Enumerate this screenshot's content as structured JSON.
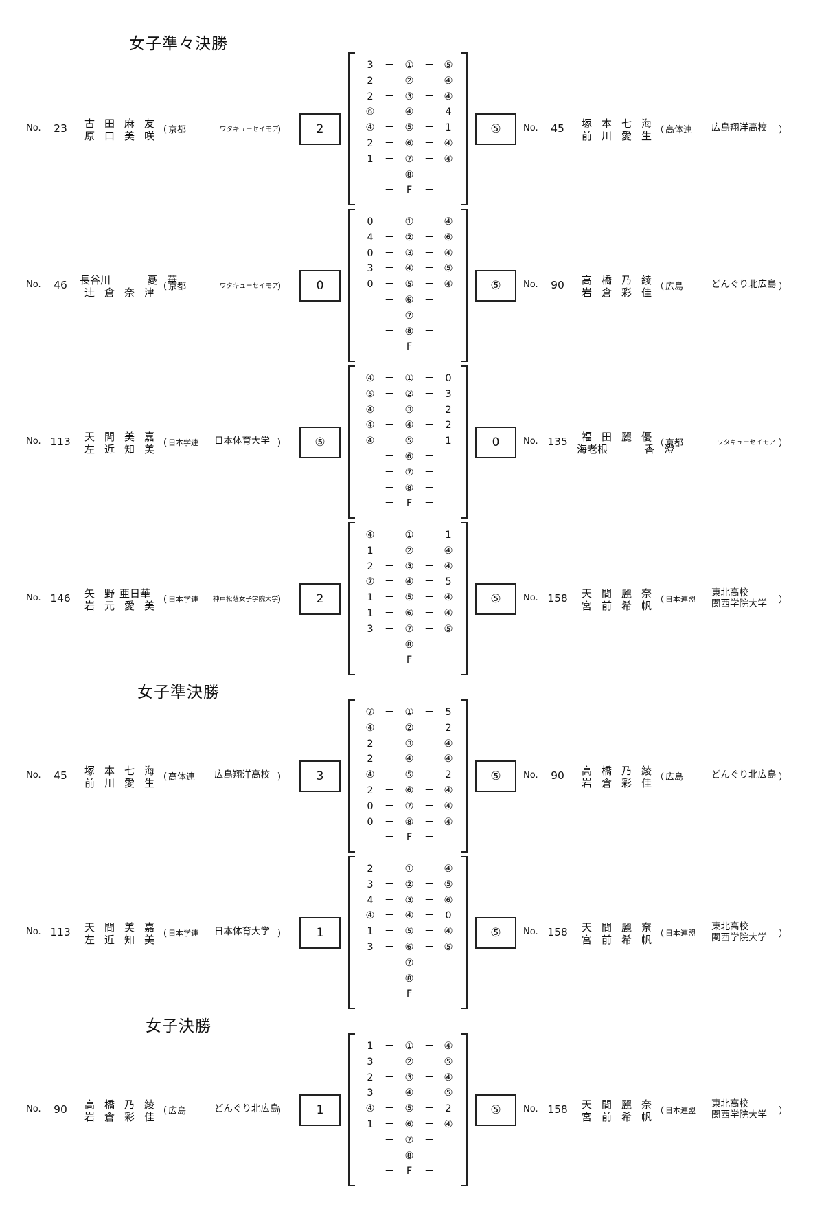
{
  "no_label": "No.",
  "sections": [
    {
      "title": "女子準々決勝",
      "matches": [
        {
          "left": {
            "no": "23",
            "names": [
              [
                "古",
                "田",
                "麻",
                "友"
              ],
              [
                "原",
                "口",
                "美",
                "咲"
              ]
            ],
            "pref": "京都",
            "team": "ワタキューセイモア",
            "team_style": "small"
          },
          "right": {
            "no": "45",
            "names": [
              [
                "塚",
                "本",
                "七",
                "海"
              ],
              [
                "前",
                "川",
                "愛",
                "生"
              ]
            ],
            "pref": "高体連",
            "team": "広島翔洋高校",
            "team_style": "mid"
          },
          "score_left": "2",
          "score_right": "⑤",
          "games": [
            [
              "3",
              "①",
              "⑤"
            ],
            [
              "2",
              "②",
              "④"
            ],
            [
              "2",
              "③",
              "④"
            ],
            [
              "⑥",
              "④",
              "4"
            ],
            [
              "④",
              "⑤",
              "1"
            ],
            [
              "2",
              "⑥",
              "④"
            ],
            [
              "1",
              "⑦",
              "④"
            ],
            [
              "",
              "⑧",
              ""
            ],
            [
              "",
              "F",
              ""
            ]
          ]
        },
        {
          "left": {
            "no": "46",
            "names": [
              [
                "長谷川",
                "",
                "憂",
                "華"
              ],
              [
                "辻",
                "倉",
                "奈",
                "津"
              ]
            ],
            "pref": "京都",
            "team": "ワタキューセイモア",
            "team_style": "small"
          },
          "right": {
            "no": "90",
            "names": [
              [
                "高",
                "橋",
                "乃",
                "綾"
              ],
              [
                "岩",
                "倉",
                "彩",
                "佳"
              ]
            ],
            "pref": "広島",
            "team": "どんぐり北広島",
            "team_style": "mid"
          },
          "score_left": "0",
          "score_right": "⑤",
          "games": [
            [
              "0",
              "①",
              "④"
            ],
            [
              "4",
              "②",
              "⑥"
            ],
            [
              "0",
              "③",
              "④"
            ],
            [
              "3",
              "④",
              "⑤"
            ],
            [
              "0",
              "⑤",
              "④"
            ],
            [
              "",
              "⑥",
              ""
            ],
            [
              "",
              "⑦",
              ""
            ],
            [
              "",
              "⑧",
              ""
            ],
            [
              "",
              "F",
              ""
            ]
          ]
        },
        {
          "left": {
            "no": "113",
            "names": [
              [
                "天",
                "間",
                "美",
                "嘉"
              ],
              [
                "左",
                "近",
                "知",
                "美"
              ]
            ],
            "pref": "日本学連",
            "pref_style": "small",
            "team": "日本体育大学",
            "team_style": "mid"
          },
          "right": {
            "no": "135",
            "names": [
              [
                "福",
                "田",
                "麗",
                "優"
              ],
              [
                "海老根",
                "",
                "香",
                "澄"
              ]
            ],
            "pref": "京都",
            "team": "ワタキューセイモア",
            "team_style": "small"
          },
          "score_left": "⑤",
          "score_right": "0",
          "games": [
            [
              "④",
              "①",
              "0"
            ],
            [
              "⑤",
              "②",
              "3"
            ],
            [
              "④",
              "③",
              "2"
            ],
            [
              "④",
              "④",
              "2"
            ],
            [
              "④",
              "⑤",
              "1"
            ],
            [
              "",
              "⑥",
              ""
            ],
            [
              "",
              "⑦",
              ""
            ],
            [
              "",
              "⑧",
              ""
            ],
            [
              "",
              "F",
              ""
            ]
          ]
        },
        {
          "left": {
            "no": "146",
            "names": [
              [
                "矢",
                "野",
                "亜日華",
                ""
              ],
              [
                "岩",
                "元",
                "愛",
                "美"
              ]
            ],
            "pref": "日本学連",
            "pref_style": "small",
            "team": "神戸松蔭女子学院大学",
            "team_style": "small"
          },
          "right": {
            "no": "158",
            "names": [
              [
                "天",
                "間",
                "麗",
                "奈"
              ],
              [
                "宮",
                "前",
                "希",
                "帆"
              ]
            ],
            "pref": "日本連盟",
            "pref_style": "small",
            "team": "東北高校\n関西学院大学",
            "team_style": "two"
          },
          "score_left": "2",
          "score_right": "⑤",
          "games": [
            [
              "④",
              "①",
              "1"
            ],
            [
              "1",
              "②",
              "④"
            ],
            [
              "2",
              "③",
              "④"
            ],
            [
              "⑦",
              "④",
              "5"
            ],
            [
              "1",
              "⑤",
              "④"
            ],
            [
              "1",
              "⑥",
              "④"
            ],
            [
              "3",
              "⑦",
              "⑤"
            ],
            [
              "",
              "⑧",
              ""
            ],
            [
              "",
              "F",
              ""
            ]
          ]
        }
      ]
    },
    {
      "title": "女子準決勝",
      "matches": [
        {
          "left": {
            "no": "45",
            "names": [
              [
                "塚",
                "本",
                "七",
                "海"
              ],
              [
                "前",
                "川",
                "愛",
                "生"
              ]
            ],
            "pref": "高体連",
            "team": "広島翔洋高校",
            "team_style": "mid"
          },
          "right": {
            "no": "90",
            "names": [
              [
                "高",
                "橋",
                "乃",
                "綾"
              ],
              [
                "岩",
                "倉",
                "彩",
                "佳"
              ]
            ],
            "pref": "広島",
            "team": "どんぐり北広島",
            "team_style": "mid"
          },
          "score_left": "3",
          "score_right": "⑤",
          "games": [
            [
              "⑦",
              "①",
              "5"
            ],
            [
              "④",
              "②",
              "2"
            ],
            [
              "2",
              "③",
              "④"
            ],
            [
              "2",
              "④",
              "④"
            ],
            [
              "④",
              "⑤",
              "2"
            ],
            [
              "2",
              "⑥",
              "④"
            ],
            [
              "0",
              "⑦",
              "④"
            ],
            [
              "0",
              "⑧",
              "④"
            ],
            [
              "",
              "F",
              ""
            ]
          ]
        },
        {
          "left": {
            "no": "113",
            "names": [
              [
                "天",
                "間",
                "美",
                "嘉"
              ],
              [
                "左",
                "近",
                "知",
                "美"
              ]
            ],
            "pref": "日本学連",
            "pref_style": "small",
            "team": "日本体育大学",
            "team_style": "mid"
          },
          "right": {
            "no": "158",
            "names": [
              [
                "天",
                "間",
                "麗",
                "奈"
              ],
              [
                "宮",
                "前",
                "希",
                "帆"
              ]
            ],
            "pref": "日本連盟",
            "pref_style": "small",
            "team": "東北高校\n関西学院大学",
            "team_style": "two"
          },
          "score_left": "1",
          "score_right": "⑤",
          "games": [
            [
              "2",
              "①",
              "④"
            ],
            [
              "3",
              "②",
              "⑤"
            ],
            [
              "4",
              "③",
              "⑥"
            ],
            [
              "④",
              "④",
              "0"
            ],
            [
              "1",
              "⑤",
              "④"
            ],
            [
              "3",
              "⑥",
              "⑤"
            ],
            [
              "",
              "⑦",
              ""
            ],
            [
              "",
              "⑧",
              ""
            ],
            [
              "",
              "F",
              ""
            ]
          ]
        }
      ]
    },
    {
      "title": "女子決勝",
      "matches": [
        {
          "left": {
            "no": "90",
            "names": [
              [
                "高",
                "橋",
                "乃",
                "綾"
              ],
              [
                "岩",
                "倉",
                "彩",
                "佳"
              ]
            ],
            "pref": "広島",
            "team": "どんぐり北広島",
            "team_style": "mid"
          },
          "right": {
            "no": "158",
            "names": [
              [
                "天",
                "間",
                "麗",
                "奈"
              ],
              [
                "宮",
                "前",
                "希",
                "帆"
              ]
            ],
            "pref": "日本連盟",
            "pref_style": "small",
            "team": "東北高校\n関西学院大学",
            "team_style": "two"
          },
          "score_left": "1",
          "score_right": "⑤",
          "games": [
            [
              "1",
              "①",
              "④"
            ],
            [
              "3",
              "②",
              "⑤"
            ],
            [
              "2",
              "③",
              "④"
            ],
            [
              "3",
              "④",
              "⑤"
            ],
            [
              "④",
              "⑤",
              "2"
            ],
            [
              "1",
              "⑥",
              "④"
            ],
            [
              "",
              "⑦",
              ""
            ],
            [
              "",
              "⑧",
              ""
            ],
            [
              "",
              "F",
              ""
            ]
          ]
        }
      ]
    }
  ],
  "dash": "－",
  "paren_open": "（",
  "paren_close": "）"
}
